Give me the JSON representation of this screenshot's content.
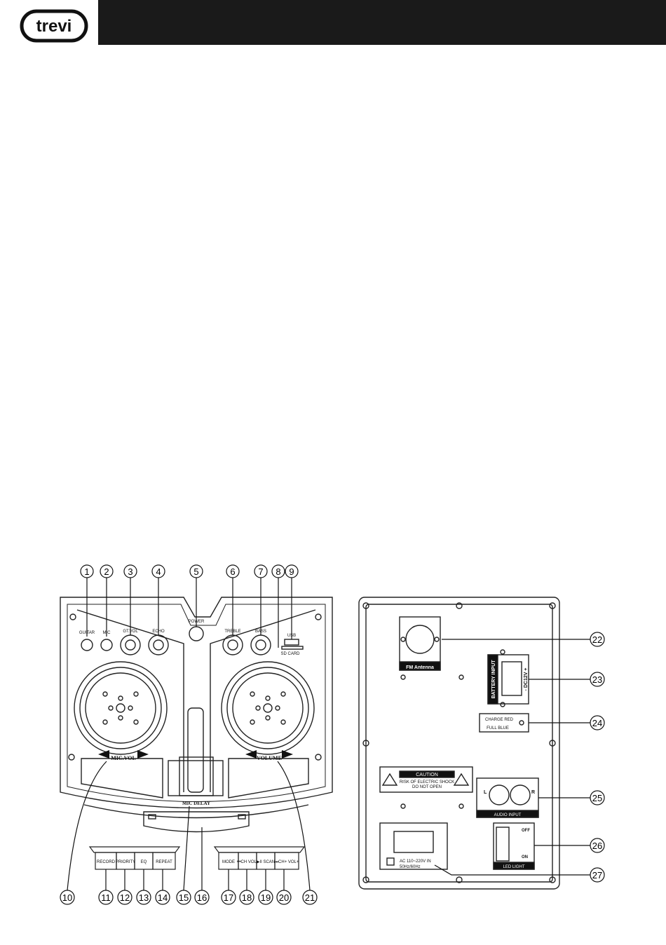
{
  "brand": {
    "logo_text": "trevi"
  },
  "front": {
    "callouts": [
      "1",
      "2",
      "3",
      "4",
      "5",
      "6",
      "7",
      "8",
      "9",
      "10",
      "11",
      "12",
      "13",
      "14",
      "15",
      "16",
      "17",
      "18",
      "19",
      "20",
      "21"
    ],
    "labels": {
      "guitar": "GUITAR",
      "mic": "MIC",
      "gt_vol": "GT.VOL",
      "echo": "ECHO",
      "power": "POWER",
      "treble": "TREBLE",
      "bass": "BASS",
      "usb": "USB",
      "sd_card": "SD CARD",
      "mic_vol": "MIC.VOL",
      "volume": "VOLUME",
      "mic_delay": "MIC DELAY",
      "record": "RECORD",
      "priority": "PRIORITY",
      "eq": "EQ",
      "repeat": "REPEAT",
      "mode": "MODE",
      "prev": "⏮CH VOL-",
      "play": "▶II SCAN",
      "next": "⏭CH+ VOL+"
    }
  },
  "rear": {
    "callouts": [
      "22",
      "23",
      "24",
      "25",
      "26",
      "27"
    ],
    "labels": {
      "fm_antenna": "FM Antenna",
      "battery_input": "BATTERY INPUT",
      "dc12v": "- DC12V +",
      "charge_red": "CHARGE RED",
      "full_blue": "FULL BLUE",
      "caution": "CAUTION",
      "risk": "RISK OF ELECTRIC SHOCK",
      "do_not_open": "DO NOT OPEN",
      "left": "L",
      "right": "R",
      "audio_input": "AUDIO INPUT",
      "off": "OFF",
      "on": "ON",
      "led_light": "LED LIGHT",
      "ac_input": "AC 110~220V IN",
      "ac_freq": "50Hz/60Hz"
    }
  }
}
